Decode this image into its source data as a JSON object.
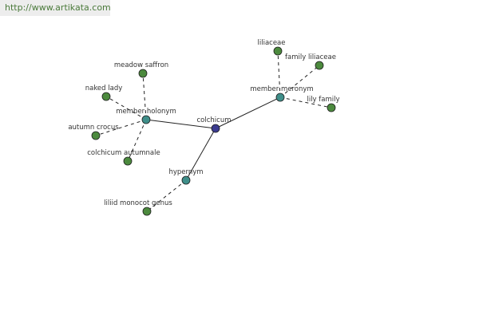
{
  "site_url": "http://www.artikata.com",
  "colors": {
    "center_node": "#3b3b8f",
    "relation_node": "#3f8f8a",
    "leaf_node": "#4c8a3e"
  },
  "graph": {
    "nodes": [
      {
        "id": "colchicum",
        "label": "colchicum",
        "kind": "center"
      },
      {
        "id": "member-holonym",
        "label": "member holonym",
        "kind": "relation"
      },
      {
        "id": "member-meronym",
        "label": "member meronym",
        "kind": "relation"
      },
      {
        "id": "hypernym",
        "label": "hypernym",
        "kind": "relation"
      },
      {
        "id": "meadow-saffron",
        "label": "meadow saffron",
        "kind": "leaf"
      },
      {
        "id": "naked-lady",
        "label": "naked lady",
        "kind": "leaf"
      },
      {
        "id": "autumn-crocus",
        "label": "autumn crocus",
        "kind": "leaf"
      },
      {
        "id": "colchicum-autumnale",
        "label": "colchicum autumnale",
        "kind": "leaf"
      },
      {
        "id": "liliaceae",
        "label": "liliaceae",
        "kind": "leaf"
      },
      {
        "id": "family-liliaceae",
        "label": "family liliaceae",
        "kind": "leaf"
      },
      {
        "id": "lily-family",
        "label": "lily family",
        "kind": "leaf"
      },
      {
        "id": "liliid-monocot-genus",
        "label": "liliid monocot genus",
        "kind": "leaf"
      }
    ],
    "edges": [
      {
        "from": "colchicum",
        "to": "member-holonym",
        "style": "solid"
      },
      {
        "from": "colchicum",
        "to": "member-meronym",
        "style": "solid"
      },
      {
        "from": "colchicum",
        "to": "hypernym",
        "style": "solid"
      },
      {
        "from": "member-holonym",
        "to": "meadow-saffron",
        "style": "dashed"
      },
      {
        "from": "member-holonym",
        "to": "naked-lady",
        "style": "dashed"
      },
      {
        "from": "member-holonym",
        "to": "autumn-crocus",
        "style": "dashed"
      },
      {
        "from": "member-holonym",
        "to": "colchicum-autumnale",
        "style": "dashed"
      },
      {
        "from": "member-meronym",
        "to": "liliaceae",
        "style": "dashed"
      },
      {
        "from": "member-meronym",
        "to": "family-liliaceae",
        "style": "dashed"
      },
      {
        "from": "member-meronym",
        "to": "lily-family",
        "style": "dashed"
      },
      {
        "from": "hypernym",
        "to": "liliid-monocot-genus",
        "style": "dashed"
      }
    ]
  }
}
